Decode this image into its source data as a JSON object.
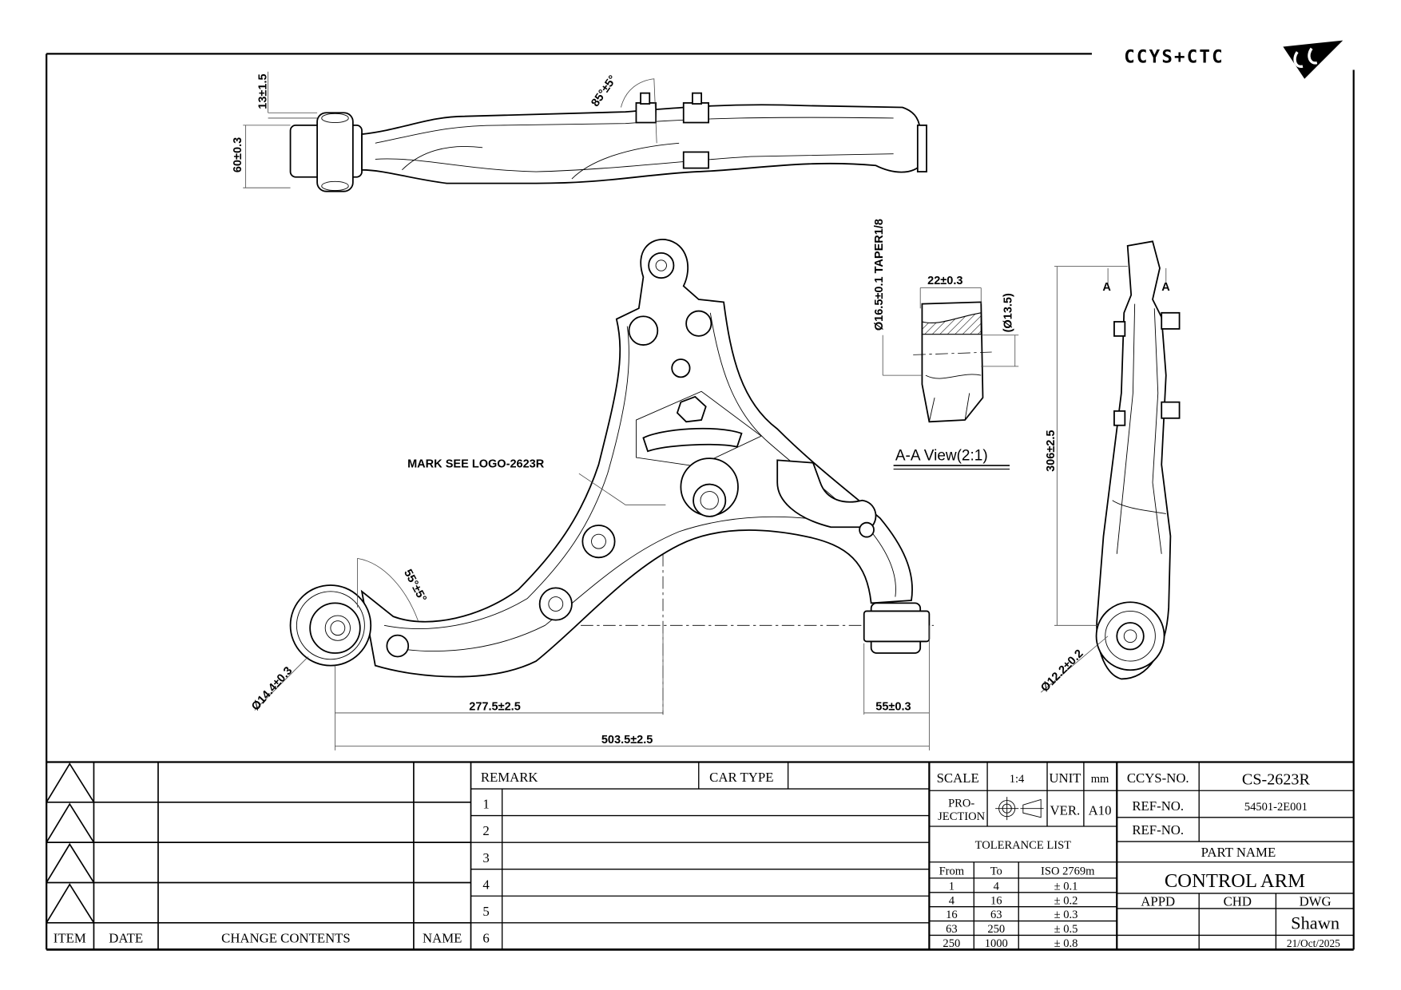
{
  "logo": {
    "text": "CCYS+CTC"
  },
  "dimensions": {
    "bushing_offset": "13±1.5",
    "bushing_height": "60±0.3",
    "top_angle": "85°±5°",
    "mark_note": "MARK SEE LOGO-2623R",
    "bushing_angle": "55°±5°",
    "front_bushing_dia": "Ø14.4±0.3",
    "ball_joint_x": "277.5±2.5",
    "overall_length": "503.5±2.5",
    "rear_bushing_width": "55±0.3",
    "taper": "Ø16.5±0.1 TAPER1/8",
    "stud_length": "22±0.3",
    "stud_ref_dia": "(Ø13.5)",
    "section_view": "A-A View(2:1)",
    "overall_width": "306±2.5",
    "rear_bushing_dia": "Ø12.2±0.2",
    "section_mark": "A"
  },
  "revision_table": {
    "headers": [
      "ITEM",
      "DATE",
      "CHANGE CONTENTS",
      "NAME"
    ]
  },
  "remark_table": {
    "remark_label": "REMARK",
    "car_type_label": "CAR TYPE",
    "rows": [
      "1",
      "2",
      "3",
      "4",
      "5",
      "6"
    ]
  },
  "title_block": {
    "scale_label": "SCALE",
    "scale": "1:4",
    "unit_label": "UNIT",
    "unit": "mm",
    "projection_label_1": "PRO-",
    "projection_label_2": "JECTION",
    "ver_label": "VER.",
    "ver": "A10",
    "tolerance_title": "TOLERANCE LIST",
    "tolerance_headers": [
      "From",
      "To",
      "ISO 2769m"
    ],
    "tolerances": [
      [
        "1",
        "4",
        "± 0.1"
      ],
      [
        "4",
        "16",
        "± 0.2"
      ],
      [
        "16",
        "63",
        "± 0.3"
      ],
      [
        "63",
        "250",
        "± 0.5"
      ],
      [
        "250",
        "1000",
        "± 0.8"
      ]
    ],
    "ccys_no_label": "CCYS-NO.",
    "ccys_no": "CS-2623R",
    "ref_no_label": "REF-NO.",
    "ref_no": "54501-2E001",
    "ref_no2_label": "REF-NO.",
    "ref_no2": "",
    "part_name_label": "PART NAME",
    "part_name": "CONTROL ARM",
    "appd_label": "APPD",
    "chd_label": "CHD",
    "dwg_label": "DWG",
    "drawn_by": "Shawn",
    "date": "21/Oct/2025"
  }
}
